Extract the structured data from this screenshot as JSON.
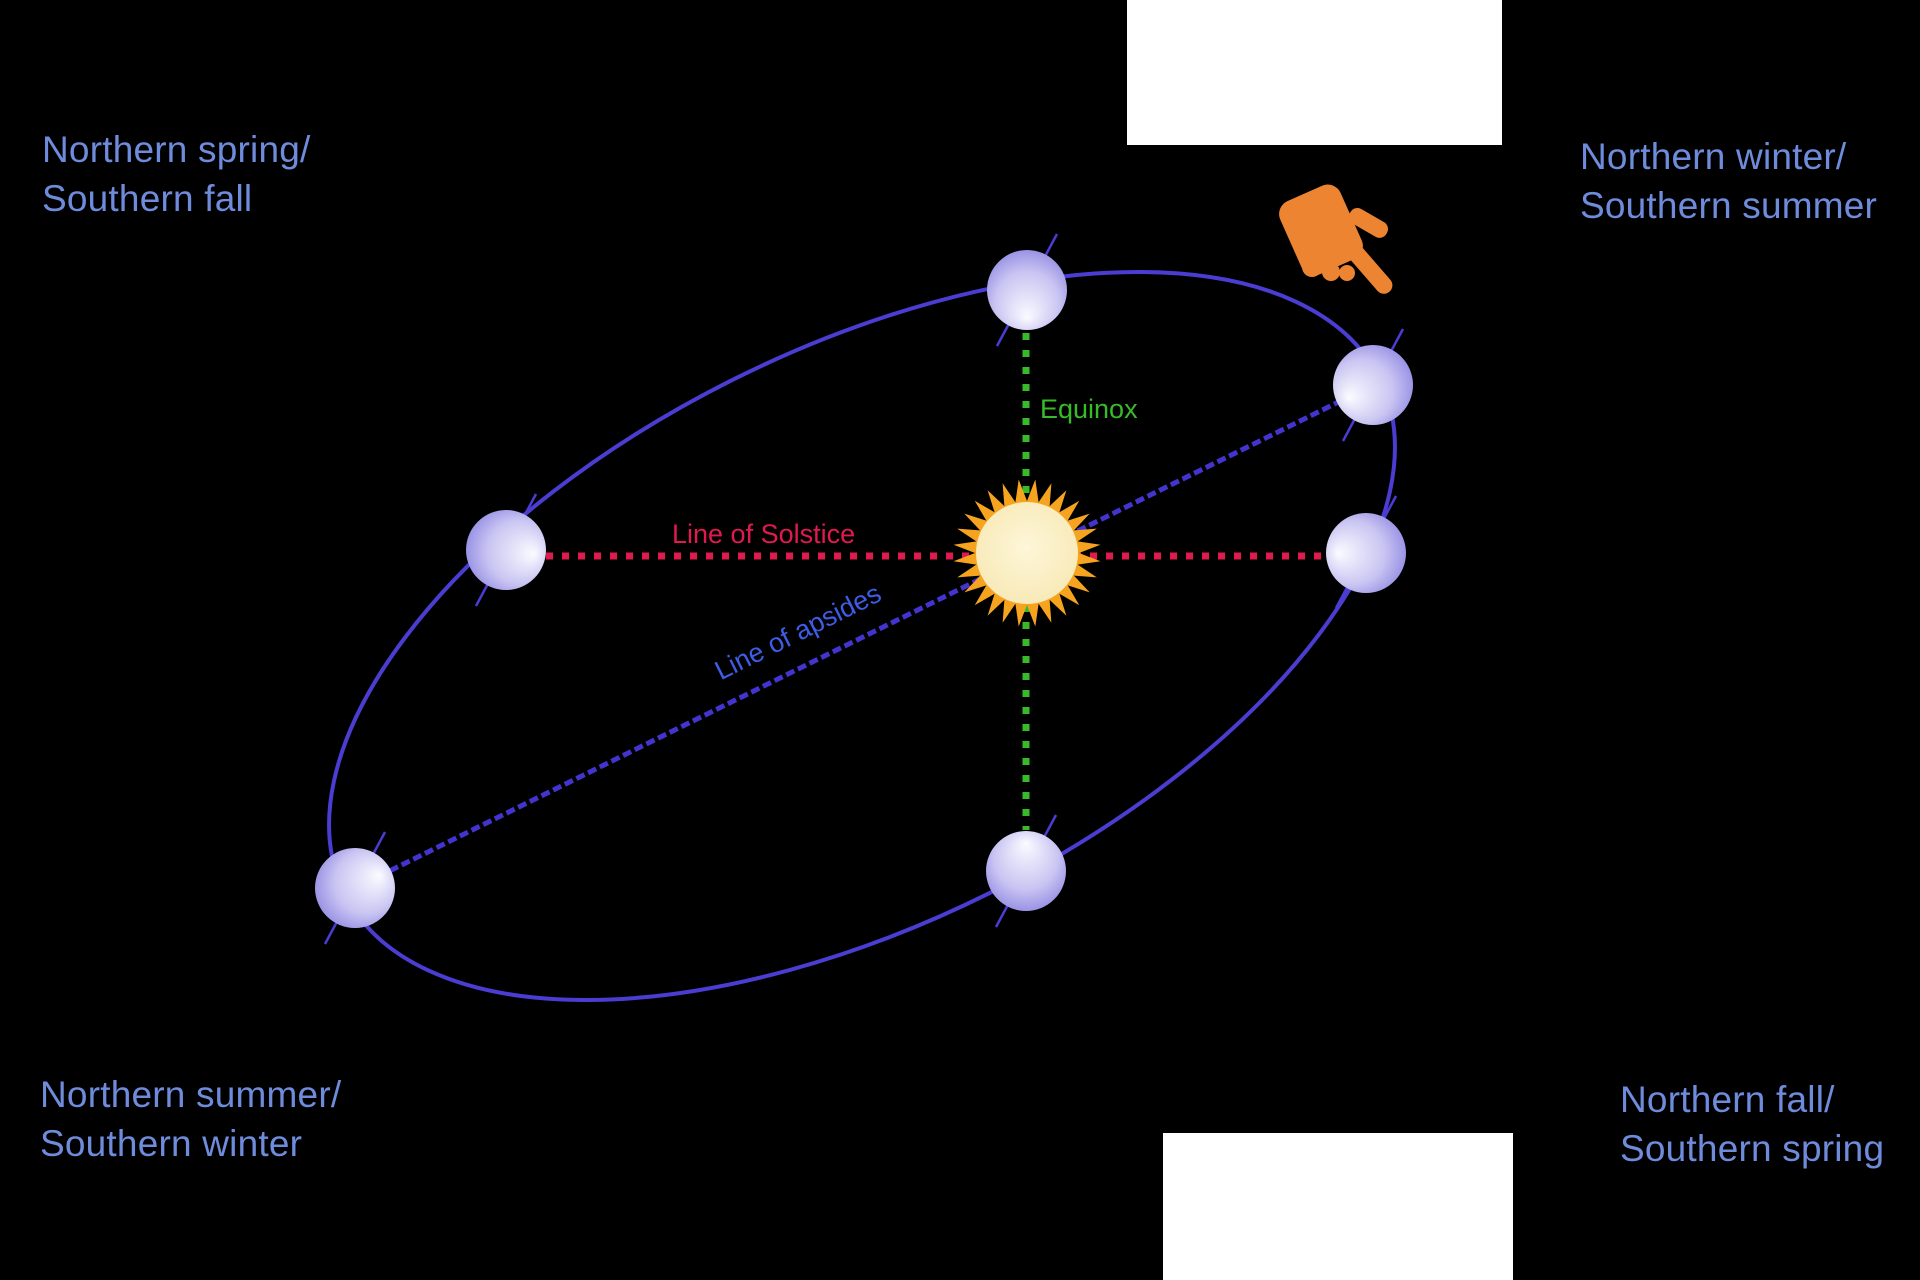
{
  "season_labels": {
    "top_left": {
      "line1": "Northern spring/",
      "line2": "Southern fall"
    },
    "top_right": {
      "line1": "Northern winter/",
      "line2": "Southern summer"
    },
    "bottom_left": {
      "line1": "Northern summer/",
      "line2": "Southern winter"
    },
    "bottom_right": {
      "line1": "Northern fall/",
      "line2": "Southern spring"
    }
  },
  "annotations": {
    "equinox": "Equinox",
    "line_of_solstice": "Line of Solstice",
    "line_of_apsides": "Line of apsides"
  },
  "icons": {
    "sun": "sun-icon",
    "hand_pointer": "hand-pointer-icon",
    "planet": "planet-sphere-icon"
  },
  "colors": {
    "background": "#000000",
    "season_label": "#6f8cdc",
    "orbit": "#4b3cd2",
    "apsides_line": "#4434cf",
    "apsides_label": "#3d5de6",
    "solstice": "#e01a4e",
    "equinox": "#38bb28",
    "sun_ray": "#f6a41f",
    "sun_disc_light": "#fdf6d8",
    "sun_disc_edge": "#f7e7b2",
    "planet_light": "#fbfbff",
    "planet_mid": "#c9c5f2",
    "planet_dark": "#675dd7",
    "hand": "#ec8431",
    "cover": "#ffffff"
  }
}
